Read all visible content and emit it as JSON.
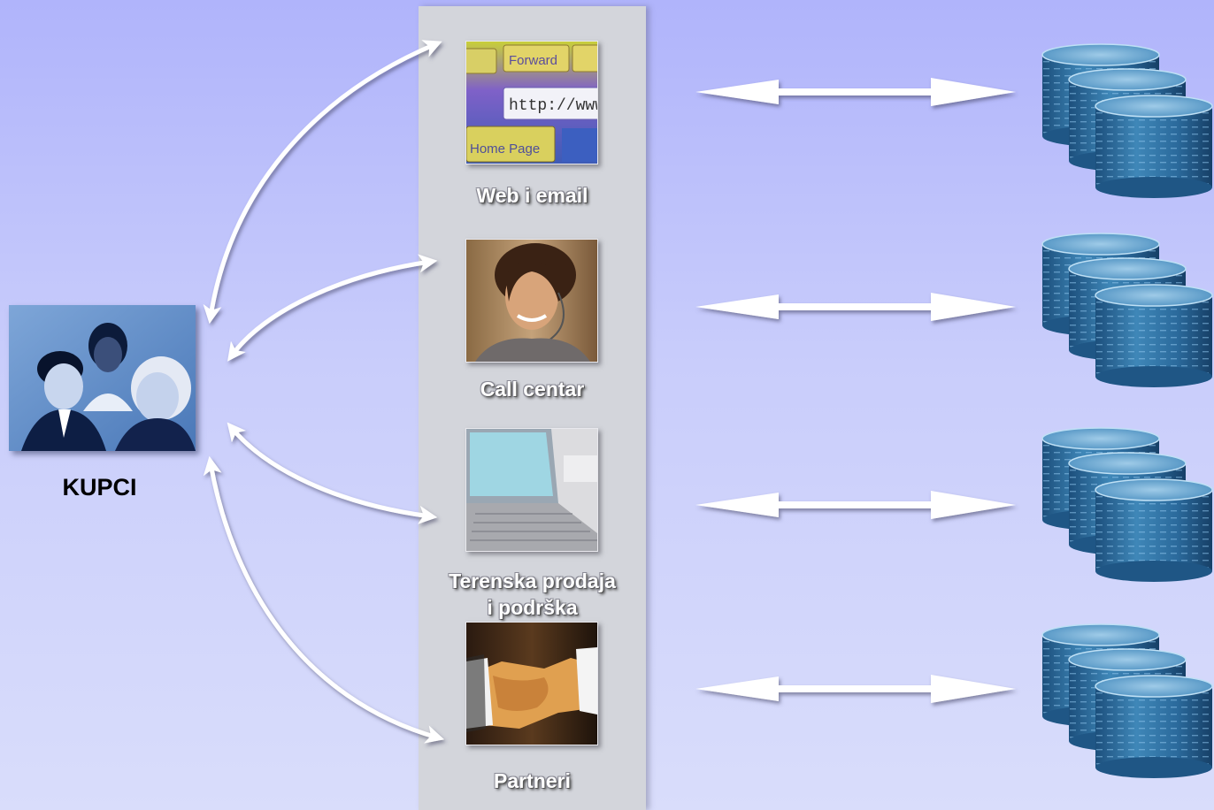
{
  "customers": {
    "label": "KUPCI",
    "photo_icon": "customers-group-photo"
  },
  "channels": [
    {
      "id": "web",
      "label": "Web i email",
      "label_lines": [
        "Web i email"
      ],
      "photo_icon": "browser-screenshot-photo",
      "browser_text": {
        "forward": "Forward",
        "address": "http://www",
        "home": "Home Page"
      }
    },
    {
      "id": "call",
      "label": "Call centar",
      "label_lines": [
        "Call centar"
      ],
      "photo_icon": "call-center-agent-photo"
    },
    {
      "id": "field",
      "label": "Terenska prodaja i podrška",
      "label_lines": [
        "Terenska prodaja",
        "i podrška"
      ],
      "photo_icon": "laptop-photo"
    },
    {
      "id": "partners",
      "label": "Partneri",
      "label_lines": [
        "Partneri"
      ],
      "photo_icon": "handshake-photo"
    }
  ],
  "databases": [
    {
      "icon": "database-stack-icon"
    },
    {
      "icon": "database-stack-icon"
    },
    {
      "icon": "database-stack-icon"
    },
    {
      "icon": "database-stack-icon"
    }
  ],
  "colors": {
    "background_top": "#b0b4fb",
    "background_bottom": "#d9ddfb",
    "panel": "#d3d5db",
    "arrow": "#ffffff",
    "database": "#2a6a9c"
  }
}
